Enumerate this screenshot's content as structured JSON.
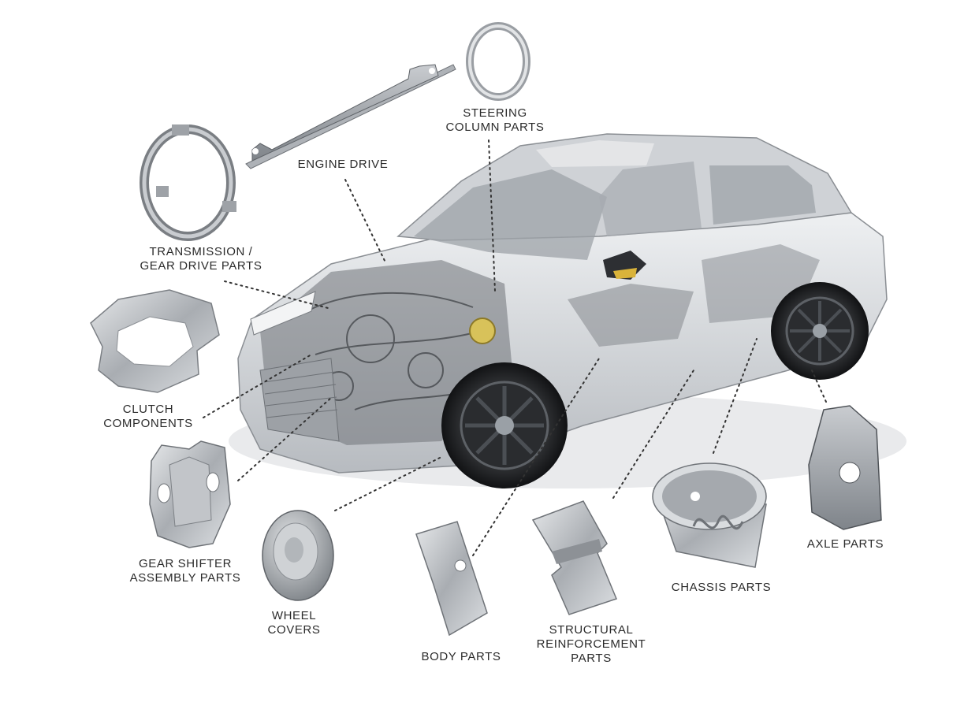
{
  "colors": {
    "background": "#ffffff",
    "label_text": "#2b2b2b",
    "leader_line": "#333333",
    "car_body": "#d8dadd",
    "metal_part": "#b9bcc0"
  },
  "labels": {
    "steering": "STEERING\nCOLUMN PARTS",
    "engine_drive": "ENGINE DRIVE",
    "transmission": "TRANSMISSION /\nGEAR DRIVE PARTS",
    "clutch": "CLUTCH\nCOMPONENTS",
    "gear_shifter": "GEAR SHIFTER\nASSEMBLY PARTS",
    "wheel_covers": "WHEEL\nCOVERS",
    "body_parts": "BODY PARTS",
    "structural": "STRUCTURAL\nREINFORCEMENT\nPARTS",
    "chassis": "CHASSIS PARTS",
    "axle": "AXLE PARTS"
  }
}
